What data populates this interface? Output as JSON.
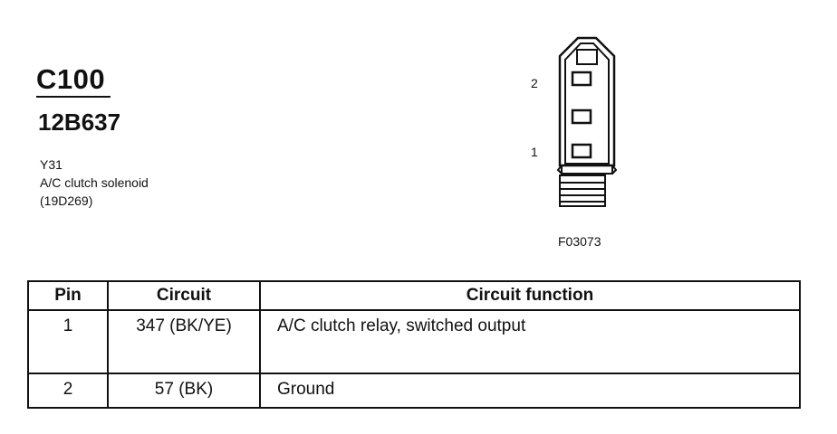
{
  "connector": {
    "id": "C100",
    "part_number": "12B637",
    "component_code": "Y31",
    "component_name": "A/C clutch solenoid",
    "component_ref": "(19D269)"
  },
  "figure": {
    "pin_labels": [
      "2",
      "1"
    ],
    "id": "F03073"
  },
  "table": {
    "headers": [
      "Pin",
      "Circuit",
      "Circuit function"
    ],
    "rows": [
      {
        "pin": "1",
        "circuit": "347 (BK/YE)",
        "function": "A/C clutch relay, switched output"
      },
      {
        "pin": "2",
        "circuit": "57 (BK)",
        "function": "Ground"
      }
    ]
  }
}
